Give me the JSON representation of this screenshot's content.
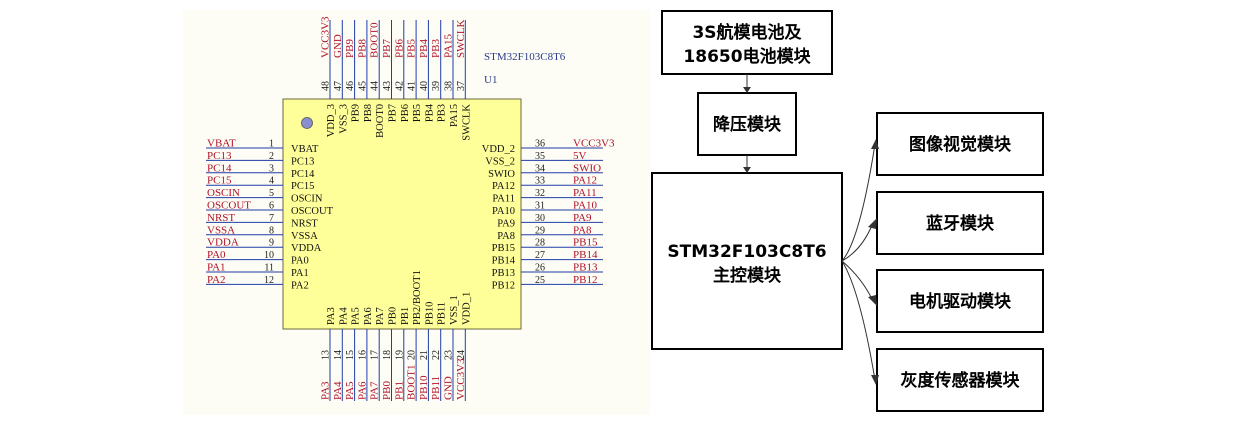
{
  "schematic": {
    "part_number": "STM32F103C8T6",
    "designator": "U1",
    "left_pins": [
      {
        "num": "1",
        "net": "VBAT",
        "pin": "VBAT"
      },
      {
        "num": "2",
        "net": "PC13",
        "pin": "PC13"
      },
      {
        "num": "3",
        "net": "PC14",
        "pin": "PC14"
      },
      {
        "num": "4",
        "net": "PC15",
        "pin": "PC15"
      },
      {
        "num": "5",
        "net": "OSCIN",
        "pin": "OSCIN"
      },
      {
        "num": "6",
        "net": "OSCOUT",
        "pin": "OSCOUT"
      },
      {
        "num": "7",
        "net": "NRST",
        "pin": "NRST"
      },
      {
        "num": "8",
        "net": "VSSA",
        "pin": "VSSA"
      },
      {
        "num": "9",
        "net": "VDDA",
        "pin": "VDDA"
      },
      {
        "num": "10",
        "net": "PA0",
        "pin": "PA0"
      },
      {
        "num": "11",
        "net": "PA1",
        "pin": "PA1"
      },
      {
        "num": "12",
        "net": "PA2",
        "pin": "PA2"
      }
    ],
    "right_pins": [
      {
        "num": "36",
        "net": "VCC3V3",
        "pin": "VDD_2"
      },
      {
        "num": "35",
        "net": "5V",
        "pin": "VSS_2"
      },
      {
        "num": "34",
        "net": "SWIO",
        "pin": "SWIO"
      },
      {
        "num": "33",
        "net": "PA12",
        "pin": "PA12"
      },
      {
        "num": "32",
        "net": "PA11",
        "pin": "PA11"
      },
      {
        "num": "31",
        "net": "PA10",
        "pin": "PA10"
      },
      {
        "num": "30",
        "net": "PA9",
        "pin": "PA9"
      },
      {
        "num": "29",
        "net": "PA8",
        "pin": "PA8"
      },
      {
        "num": "28",
        "net": "PB15",
        "pin": "PB15"
      },
      {
        "num": "27",
        "net": "PB14",
        "pin": "PB14"
      },
      {
        "num": "26",
        "net": "PB13",
        "pin": "PB13"
      },
      {
        "num": "25",
        "net": "PB12",
        "pin": "PB12"
      }
    ],
    "top_pins": [
      {
        "num": "48",
        "net": "VCC3V3",
        "pin": "VDD_3"
      },
      {
        "num": "47",
        "net": "GND",
        "pin": "VSS_3"
      },
      {
        "num": "46",
        "net": "PB9",
        "pin": "PB9"
      },
      {
        "num": "45",
        "net": "PB8",
        "pin": "PB8"
      },
      {
        "num": "44",
        "net": "BOOT0",
        "pin": "BOOT0"
      },
      {
        "num": "43",
        "net": "PB7",
        "pin": "PB7"
      },
      {
        "num": "42",
        "net": "PB6",
        "pin": "PB6"
      },
      {
        "num": "41",
        "net": "PB5",
        "pin": "PB5"
      },
      {
        "num": "40",
        "net": "PB4",
        "pin": "PB4"
      },
      {
        "num": "39",
        "net": "PB3",
        "pin": "PB3"
      },
      {
        "num": "38",
        "net": "PA15",
        "pin": "PA15"
      },
      {
        "num": "37",
        "net": "SWCLK",
        "pin": "SWCLK"
      }
    ],
    "bottom_pins": [
      {
        "num": "13",
        "net": "PA3",
        "pin": "PA3"
      },
      {
        "num": "14",
        "net": "PA4",
        "pin": "PA4"
      },
      {
        "num": "15",
        "net": "PA5",
        "pin": "PA5"
      },
      {
        "num": "16",
        "net": "PA6",
        "pin": "PA6"
      },
      {
        "num": "17",
        "net": "PA7",
        "pin": "PA7"
      },
      {
        "num": "18",
        "net": "PB0",
        "pin": "PB0"
      },
      {
        "num": "19",
        "net": "PB1",
        "pin": "PB1"
      },
      {
        "num": "20",
        "net": "BOOT1",
        "pin": "PB2/BOOT1"
      },
      {
        "num": "21",
        "net": "PB10",
        "pin": "PB10"
      },
      {
        "num": "22",
        "net": "PB11",
        "pin": "PB11"
      },
      {
        "num": "23",
        "net": "GND",
        "pin": "VSS_1"
      },
      {
        "num": "24",
        "net": "VCC3V3",
        "pin": "VDD_1"
      }
    ]
  },
  "block_diagram": {
    "battery": [
      "3S航模电池及",
      "18650电池模块"
    ],
    "regulator": "降压模块",
    "controller": [
      "STM32F103C8T6",
      "主控模块"
    ],
    "modules": [
      "图像视觉模块",
      "蓝牙模块",
      "电机驱动模块",
      "灰度传感器模块"
    ]
  },
  "colors": {
    "chip_fill": "#ffff99",
    "net_label": "#b0142a",
    "wire": "#1f3ea8",
    "part_text": "#2a3c8c",
    "box_stroke": "#000000"
  }
}
